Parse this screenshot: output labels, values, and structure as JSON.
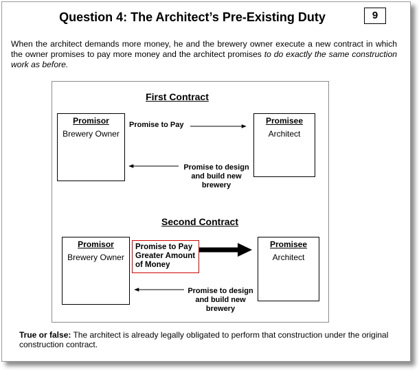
{
  "header": {
    "title": "Question 4:  The Architect’s Pre-Existing Duty",
    "page_number": "9"
  },
  "intro": {
    "text": "When the architect demands more money, he and the brewery owner execute a new contract in which the owner promises to pay more money and the architect promises ",
    "italic": "to do exactly the same construction work as before."
  },
  "first_contract": {
    "title": "First Contract",
    "promisor": {
      "role": "Promisor",
      "party": "Brewery Owner"
    },
    "promisee": {
      "role": "Promisee",
      "party": "Architect"
    },
    "promise_to_pay": "Promise to Pay",
    "promise_to_build": [
      "Promise to design",
      "and build new",
      "brewery"
    ]
  },
  "second_contract": {
    "title": "Second Contract",
    "promisor": {
      "role": "Promisor",
      "party": "Brewery Owner"
    },
    "promisee": {
      "role": "Promisee",
      "party": "Architect"
    },
    "promise_to_pay": [
      "Promise to Pay",
      "Greater Amount",
      "of Money"
    ],
    "promise_to_build": [
      "Promise to design",
      "and build new",
      "brewery"
    ]
  },
  "true_false": {
    "label": "True or false:",
    "text": "  The architect is already legally obligated to perform that construction under the original construction contract."
  },
  "colors": {
    "highlight_border": "#d00000"
  }
}
